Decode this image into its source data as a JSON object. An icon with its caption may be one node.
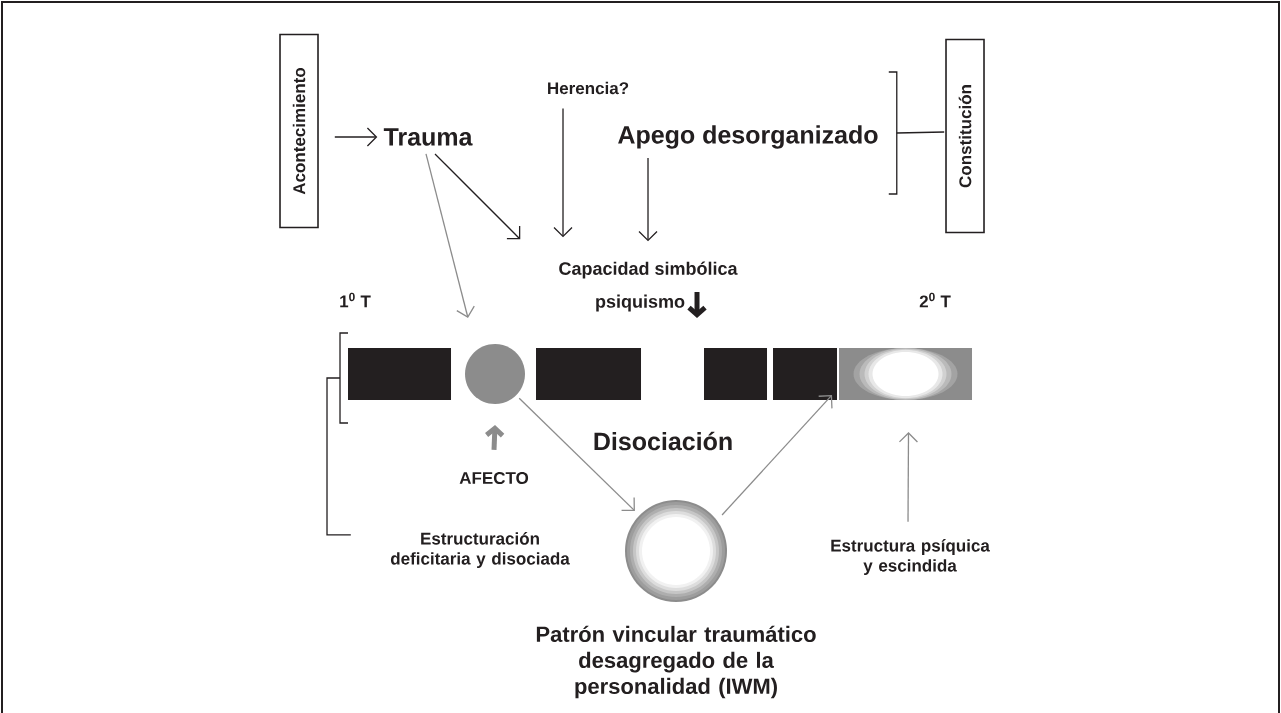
{
  "diagram": {
    "nodes": [
      {
        "text": [
          "Acontecimiento"
        ]
      },
      {
        "text": [
          "Trauma"
        ]
      },
      {
        "text": [
          "Herencia?"
        ]
      },
      {
        "text": [
          "Apego desorganizado"
        ]
      },
      {
        "text": [
          "Constitución"
        ]
      },
      {
        "text": [
          "Capacidad simbólica"
        ]
      },
      {
        "text": [
          "psiquismo"
        ]
      },
      {
        "text": [],
        "shape": "bar"
      },
      {
        "text": [],
        "shape": "circle"
      },
      {
        "text": [],
        "shape": "bar"
      },
      {
        "text": [],
        "shape": "bar"
      },
      {
        "text": [],
        "shape": "bar"
      },
      {
        "text": [],
        "shape": "bar"
      },
      {
        "text": [
          "AFECTO"
        ]
      },
      {
        "text": [
          "Estructuración deficitaria y disociada"
        ]
      },
      {
        "text": [],
        "shape": "circle",
        "beside": [
          "Patrón vincular traumático desagregado de la personalidad (IWM)"
        ]
      },
      {
        "text": [
          "Estructura psíquica y escindida"
        ]
      }
    ],
    "edges": [
      {
        "from": 0,
        "to": 1,
        "arrow": "to"
      },
      {
        "from": 1,
        "to": 5,
        "arrow": "to"
      },
      {
        "from": 1,
        "to": 8,
        "arrow": "to",
        "color": "#8c8c8c"
      },
      {
        "from": 2,
        "to": 5,
        "arrow": "to"
      },
      {
        "from": 3,
        "to": 5,
        "arrow": "to"
      },
      {
        "from": 4,
        "to": 3,
        "arrow": "none"
      },
      {
        "from": 13,
        "to": 8,
        "arrow": "to",
        "style": "thick",
        "color": "#8c8c8c"
      },
      {
        "from": 8,
        "to": 15,
        "arrow": "to",
        "color": "#8c8c8c"
      },
      {
        "from": 15,
        "to": 12,
        "arrow": "to",
        "color": "#8c8c8c"
      },
      {
        "from": 16,
        "to": 12,
        "arrow": "to",
        "color": "#8c8c8c"
      },
      {
        "from": 14,
        "to": 7,
        "arrow": "none"
      }
    ],
    "labels": [
      "1$^{0}$ T",
      "2$^{0}$ T",
      "Disociación"
    ]
  }
}
